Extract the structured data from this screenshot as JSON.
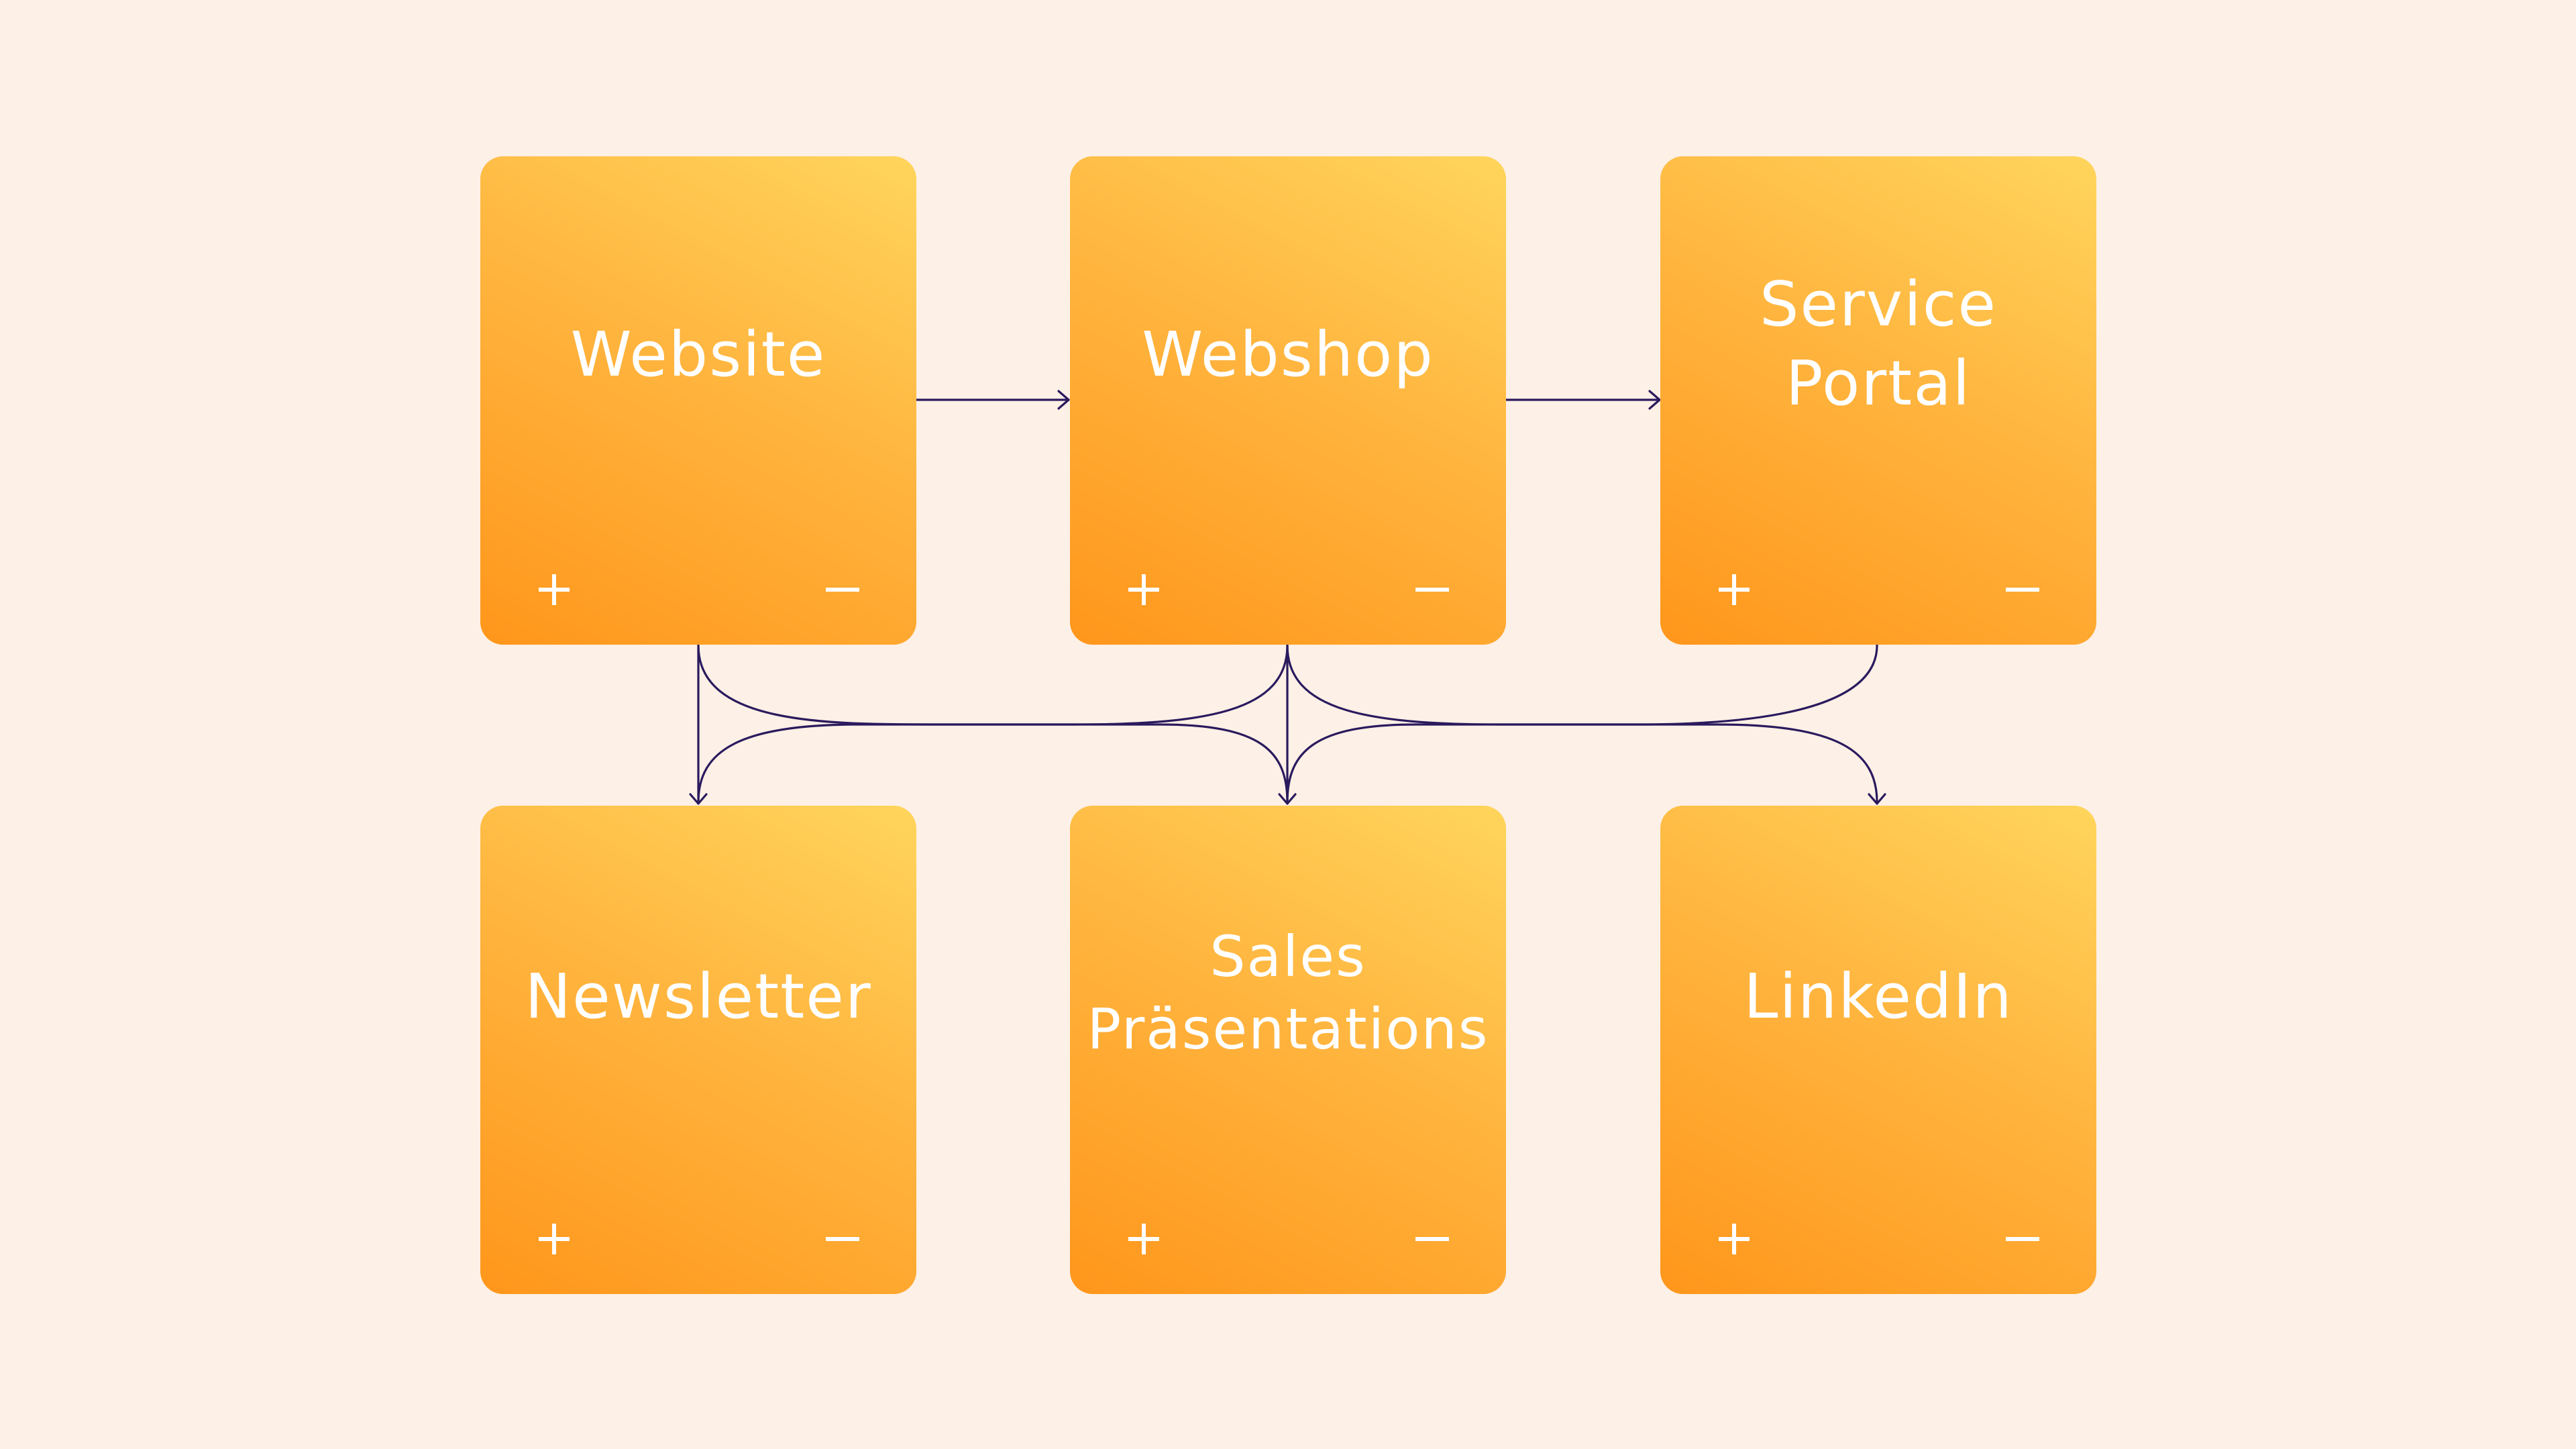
{
  "colors": {
    "background": "#fdf0e6",
    "card_top": "#ffd55c",
    "card_bottom": "#ff961b",
    "connector": "#2a1a5e",
    "text": "#ffffff"
  },
  "cards": [
    {
      "id": "website",
      "lines": [
        "Website"
      ]
    },
    {
      "id": "webshop",
      "lines": [
        "Webshop"
      ]
    },
    {
      "id": "service-portal",
      "lines": [
        "Service",
        "Portal"
      ]
    },
    {
      "id": "newsletter",
      "lines": [
        "Newsletter"
      ]
    },
    {
      "id": "sales-presentations",
      "lines": [
        "Sales",
        "Präsentations"
      ]
    },
    {
      "id": "linkedin",
      "lines": [
        "LinkedIn"
      ]
    }
  ],
  "card_controls": {
    "plus_icon": "plus-icon",
    "minus_icon": "minus-icon"
  },
  "connections": [
    {
      "from": "website",
      "to": "webshop"
    },
    {
      "from": "webshop",
      "to": "service-portal"
    },
    {
      "from": "website",
      "to": "newsletter"
    },
    {
      "from": "website",
      "to": "sales-presentations"
    },
    {
      "from": "webshop",
      "to": "newsletter"
    },
    {
      "from": "webshop",
      "to": "sales-presentations"
    },
    {
      "from": "webshop",
      "to": "linkedin"
    },
    {
      "from": "service-portal",
      "to": "sales-presentations"
    }
  ]
}
